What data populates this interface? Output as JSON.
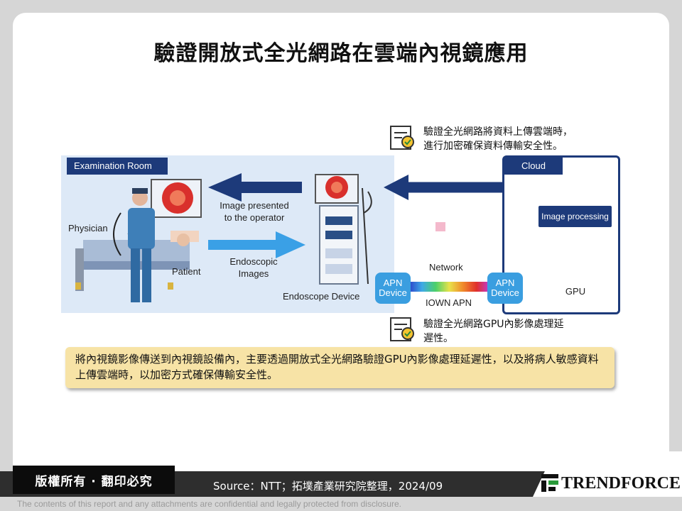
{
  "title": "驗證開放式全光網路在雲端內視鏡應用",
  "diagram": {
    "examination_room": "Examination Room",
    "cloud": "Cloud",
    "physician": "Physician",
    "patient": "Patient",
    "image_presented": "Image presented\nto the operator",
    "endoscopic_images": "Endoscopic\nImages",
    "endoscope_device": "Endoscope Device",
    "network": "Network",
    "iown_apn": "IOWN APN",
    "apn_device_left": "APN\nDevice",
    "apn_device_right": "APN\nDevice",
    "image_processing": "Image processing",
    "gpu": "GPU"
  },
  "notes": {
    "top": "驗證全光網路將資料上傳雲端時，\n進行加密確保資料傳輸安全性。",
    "bottom": "驗證全光網路GPU內影像處理延\n遲性。"
  },
  "summary": "將內視鏡影像傳送到內視鏡設備內，主要透過開放式全光網路驗證GPU內影像處理延遲性，以及將病人敏感資料上傳雲端時，以加密方式確保傳輸安全性。",
  "footer": {
    "copyright": "版權所有 · 翻印必究",
    "source": "Source：NTT；拓墣產業研究院整理，2024/09",
    "logo": "TRENDFORCE",
    "confidential": "The contents of this report and any attachments are confidential and legally protected from disclosure."
  },
  "colors": {
    "navy": "#1d3a7a",
    "apn_blue": "#3a9ee0",
    "summary_bg": "#f7e3a6"
  }
}
